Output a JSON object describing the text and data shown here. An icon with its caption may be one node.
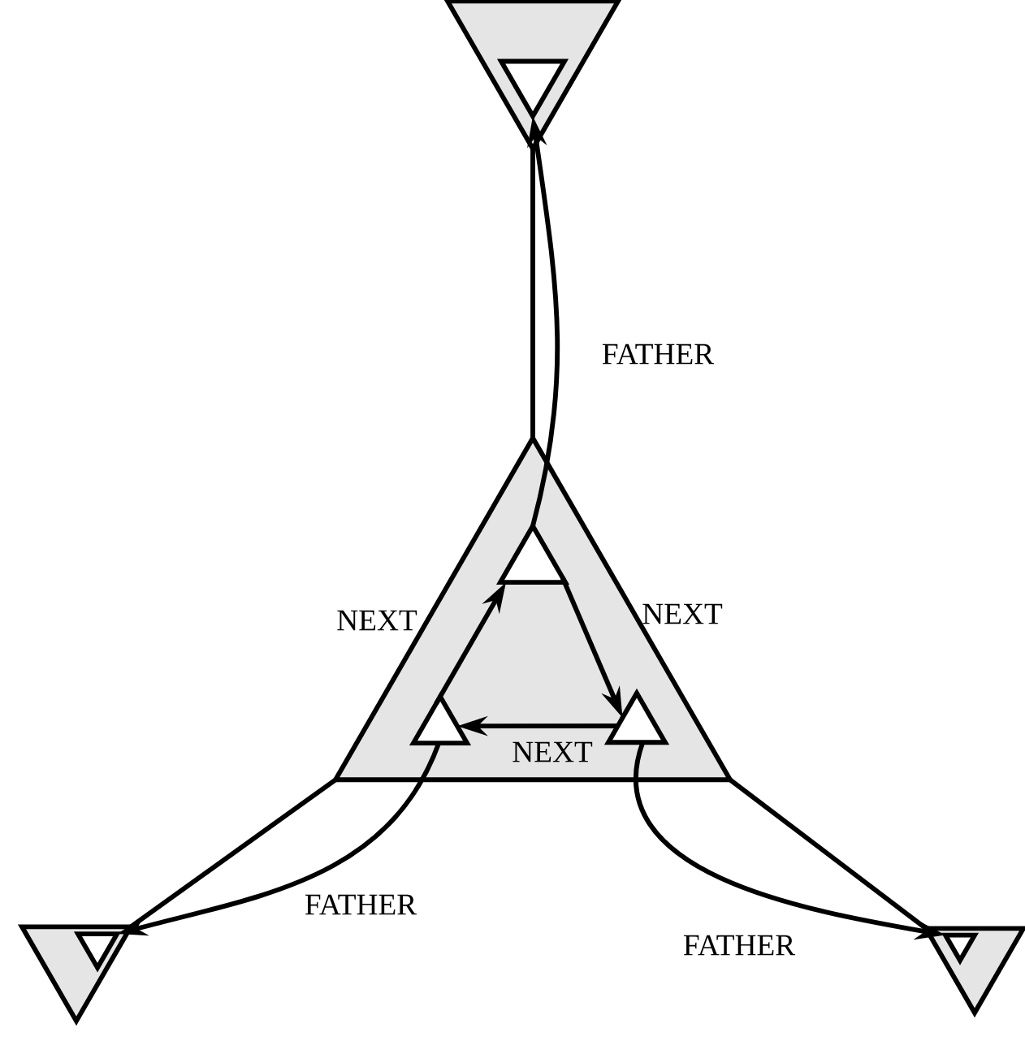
{
  "diagram": {
    "nodes": [
      {
        "text": [],
        "shape": "triangle"
      },
      {
        "text": [],
        "shape": "triangle",
        "in": 0
      },
      {
        "text": [],
        "shape": "triangle"
      },
      {
        "text": [],
        "shape": "triangle",
        "in": 2
      },
      {
        "text": [],
        "shape": "triangle",
        "in": 2
      },
      {
        "text": [],
        "shape": "triangle",
        "in": 2
      },
      {
        "text": [],
        "shape": "triangle"
      },
      {
        "text": [],
        "shape": "triangle",
        "in": 6
      },
      {
        "text": [],
        "shape": "triangle"
      },
      {
        "text": [],
        "shape": "triangle",
        "in": 8
      }
    ],
    "edges": [
      {
        "from": 2,
        "to": 0,
        "arrow": "none"
      },
      {
        "from": 2,
        "to": 6,
        "arrow": "none"
      },
      {
        "from": 2,
        "to": 8,
        "arrow": "none"
      },
      {
        "from": 3,
        "to": 5,
        "arrow": "to",
        "label": "NEXT"
      },
      {
        "from": 5,
        "to": 4,
        "arrow": "to",
        "label": "NEXT"
      },
      {
        "from": 4,
        "to": 3,
        "arrow": "to",
        "label": "NEXT"
      },
      {
        "from": 3,
        "to": 1,
        "arrow": "to",
        "label": "FATHER"
      },
      {
        "from": 4,
        "to": 7,
        "arrow": "to",
        "label": "FATHER"
      },
      {
        "from": 5,
        "to": 9,
        "arrow": "to",
        "label": "FATHER"
      }
    ]
  }
}
